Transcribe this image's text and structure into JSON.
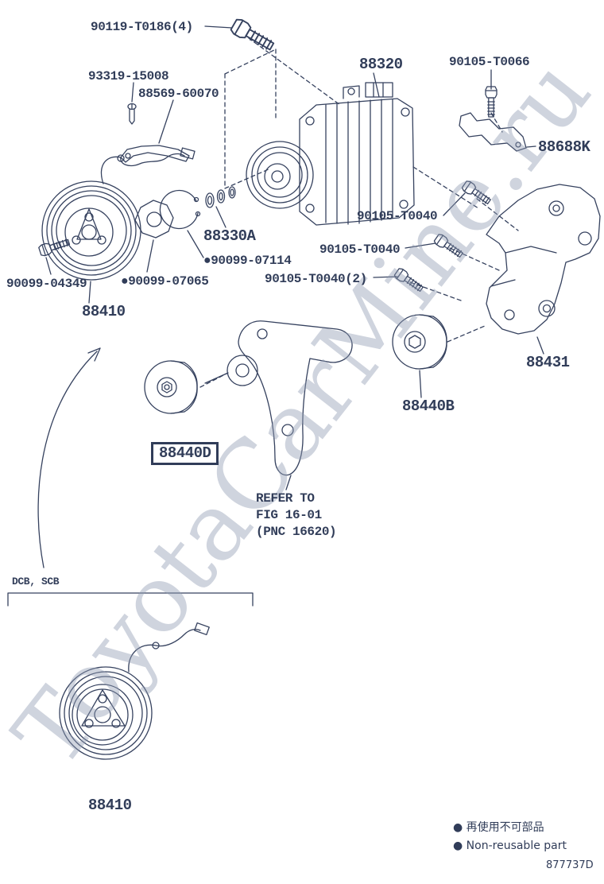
{
  "watermark": "ToyotaCarMine.ru",
  "doc_number": "877737D",
  "inset_label": "DCB, SCB",
  "legend": {
    "non_reusable_jp": "● 再使用不可部品",
    "non_reusable_en": "● Non-reusable part"
  },
  "note": {
    "line1": "REFER TO",
    "line2": "FIG 16-01",
    "line3": "(PNC 16620)"
  },
  "parts": {
    "p90119": "90119-T0186(4)",
    "p93319": "93319-15008",
    "p88569": "88569-60070",
    "p88320": "88320",
    "t0066": "90105-T0066",
    "p88688k": "88688K",
    "t0040_a": "90105-T0040",
    "p88330a": "88330A",
    "p07114": "●90099-07114",
    "t0040_b": "90105-T0040",
    "p04349": "90099-04349",
    "p07065": "●90099-07065",
    "t0040_c": "90105-T0040(2)",
    "p88410_top": "88410",
    "p88431": "88431",
    "p88440b": "88440B",
    "p88440d": "88440D",
    "p88410_bottom": "88410"
  },
  "colors": {
    "line": "#36425f",
    "text": "#313d59",
    "watermark": "#8f9ab1"
  }
}
